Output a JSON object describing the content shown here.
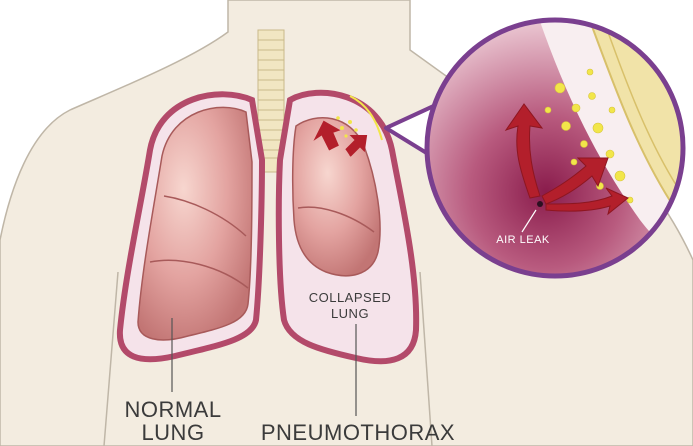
{
  "labels": {
    "normal_lung_line1": "NORMAL",
    "normal_lung_line2": "LUNG",
    "pneumothorax": "PNEUMOTHORAX",
    "collapsed_lung_line1": "COLLAPSED",
    "collapsed_lung_line2": "LUNG",
    "air_leak": "AIR LEAK"
  },
  "colors": {
    "skin": "#f3ece0",
    "pleura_outline": "#b34a6a",
    "lung": "#e3a3a0",
    "lung_dark": "#c27574",
    "trachea": "#f1e6c2",
    "pleural_space": "#f5e3ea",
    "zoom_border": "#7a3f8f",
    "air_bubbles": "#f2e64a",
    "leak_arrows": "#b31f2b"
  }
}
